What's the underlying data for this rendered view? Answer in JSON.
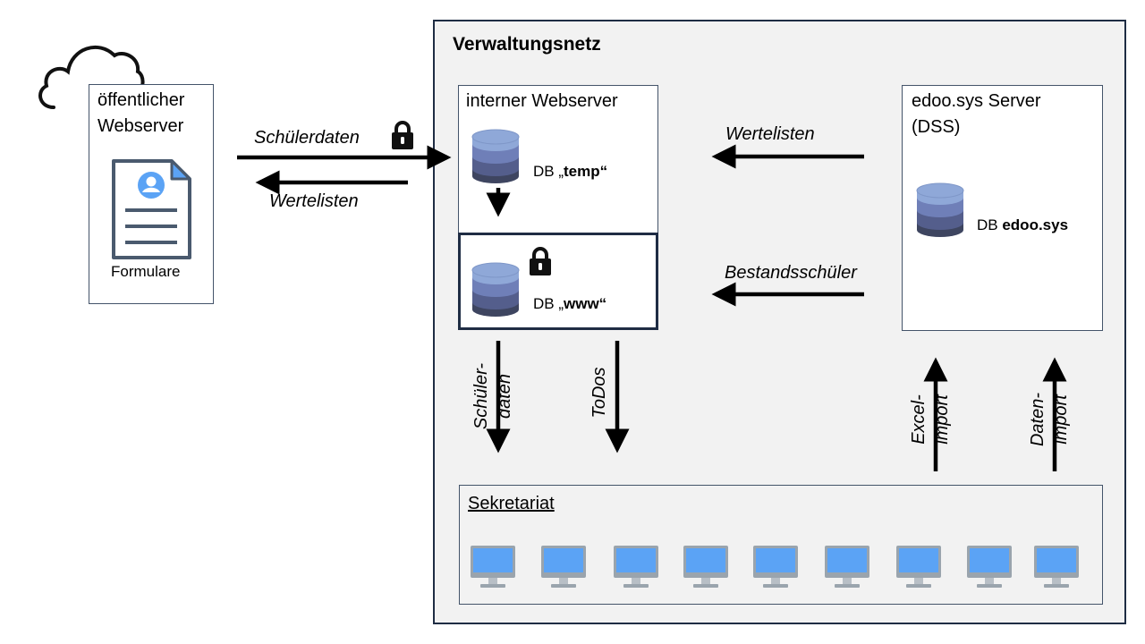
{
  "network": {
    "title": "Verwaltungsnetz"
  },
  "public_server": {
    "title_line1": "öffentlicher",
    "title_line2": "Webserver",
    "doc_label": "Formulare"
  },
  "internal_server": {
    "title": "interner Webserver",
    "db_temp": {
      "prefix": "DB „",
      "name": "temp",
      "suffix": "“"
    },
    "db_www": {
      "prefix": "DB „",
      "name": "www",
      "suffix": "“"
    }
  },
  "edoo_server": {
    "title_line1": "edoo.sys Server",
    "title_line2": "(DSS)",
    "db": {
      "prefix": "DB ",
      "name": "edoo.sys"
    }
  },
  "arrows": {
    "schuelerdaten": "Schülerdaten",
    "wertelisten_left": "Wertelisten",
    "wertelisten_right": "Wertelisten",
    "bestandsschueler": "Bestandsschüler",
    "schueler_daten_line1": "Schüler-",
    "schueler_daten_line2": "daten",
    "todos": "ToDos",
    "excel_import_line1": "Excel-",
    "excel_import_line2": "import",
    "daten_import_line1": "Daten-",
    "daten_import_line2": "import"
  },
  "sekretariat": {
    "title": "Sekretariat",
    "computers": 9
  },
  "colors": {
    "db_top": "#8fa8d8",
    "db_mid1": "#6f7fb8",
    "db_mid2": "#545e8c",
    "db_bottom": "#3e4560",
    "monitor": "#5ba3f5",
    "network_bg": "#f2f2f2"
  }
}
